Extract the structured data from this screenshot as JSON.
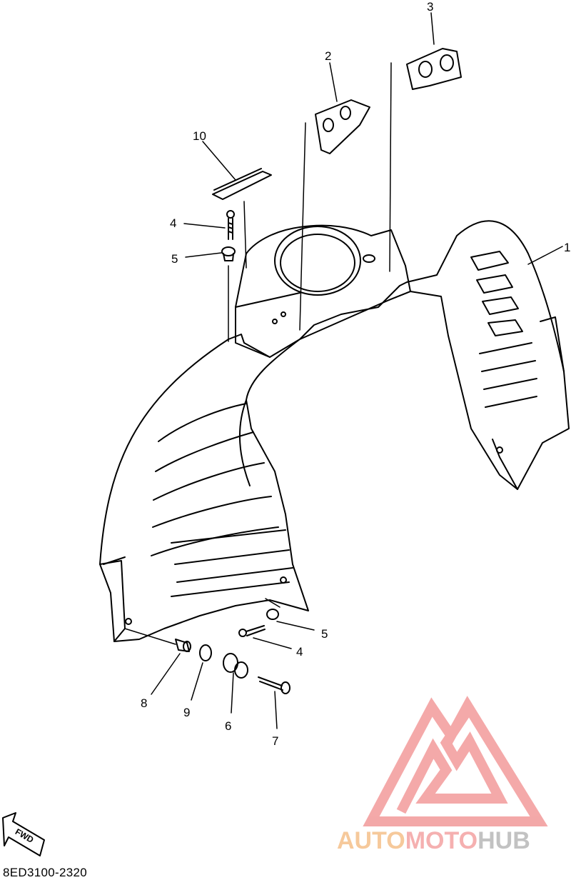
{
  "diagram": {
    "callouts": [
      {
        "id": "c1",
        "label": "1"
      },
      {
        "id": "c2",
        "label": "2"
      },
      {
        "id": "c3",
        "label": "3"
      },
      {
        "id": "c4a",
        "label": "4"
      },
      {
        "id": "c5a",
        "label": "5"
      },
      {
        "id": "c10",
        "label": "10"
      },
      {
        "id": "c4b",
        "label": "4"
      },
      {
        "id": "c5b",
        "label": "5"
      },
      {
        "id": "c6",
        "label": "6"
      },
      {
        "id": "c7",
        "label": "7"
      },
      {
        "id": "c8",
        "label": "8"
      },
      {
        "id": "c9",
        "label": "9"
      }
    ],
    "fwd_label": "FWD",
    "drawing_code": "8ED3100-2320"
  },
  "watermark": {
    "text_auto": "AUTO",
    "text_moto": "MOTO",
    "text_hub": "HUB",
    "color_auto": "#f5c08a",
    "color_moto": "#f4a3a3",
    "color_hub": "#b8b8b8",
    "logo_color": "#f29a9a"
  }
}
